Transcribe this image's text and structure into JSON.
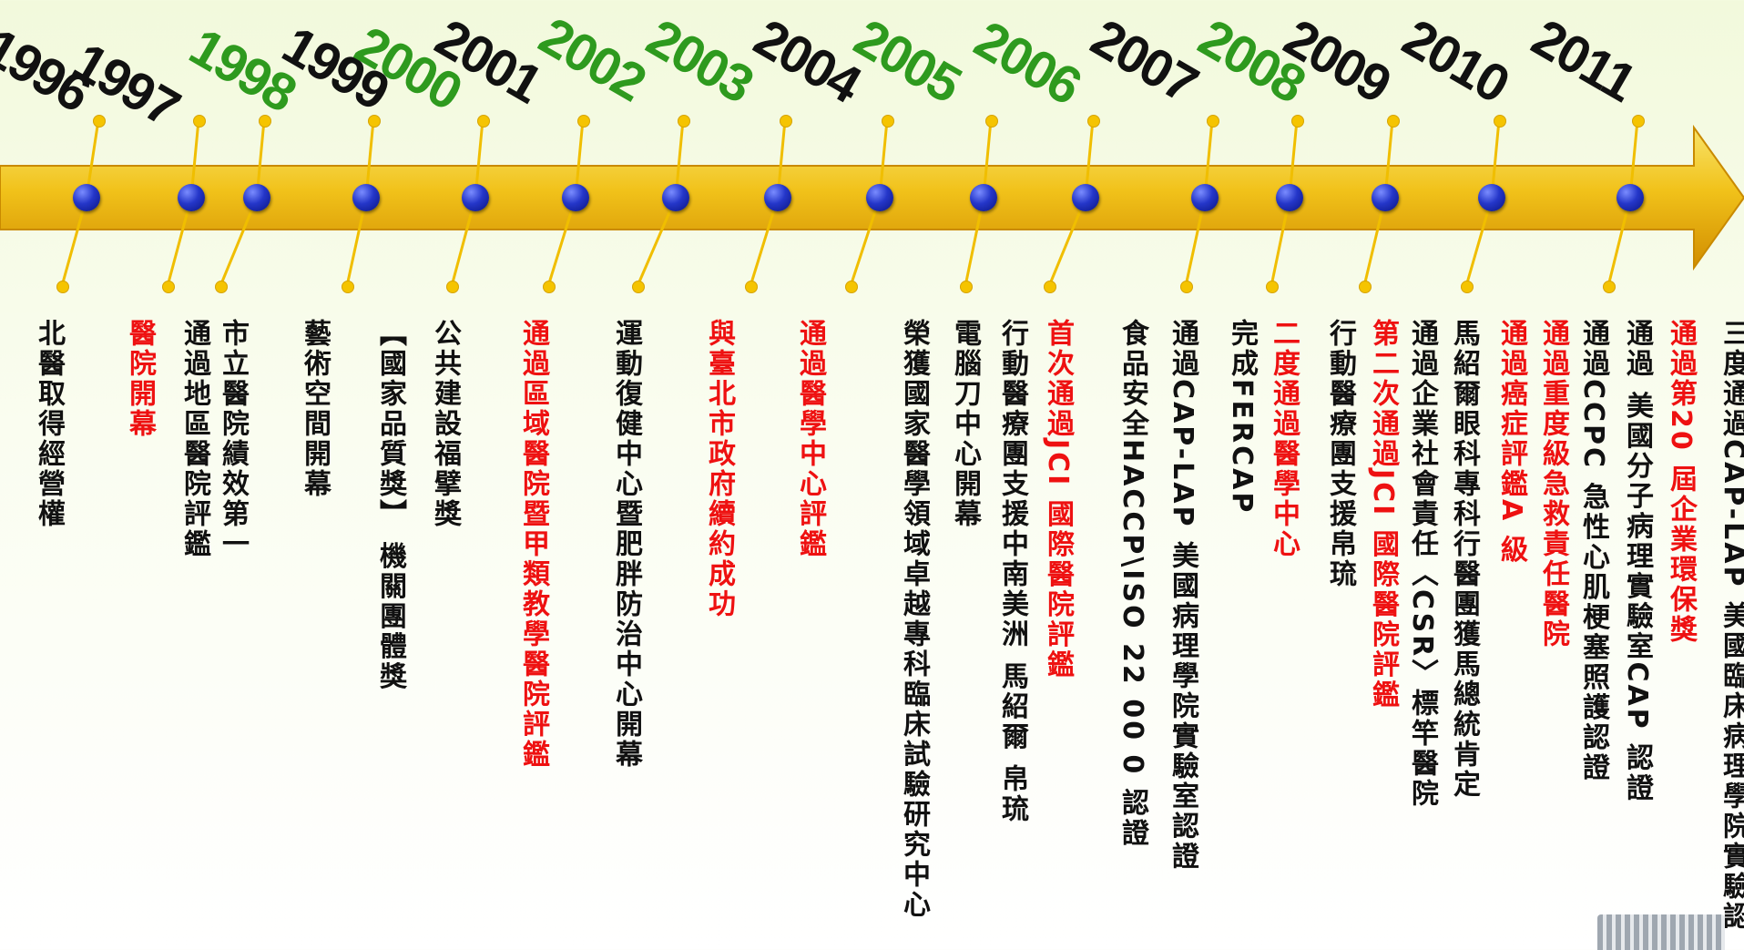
{
  "timeline": {
    "events": [
      {
        "year": "1996",
        "year_color": "#111111",
        "lines": [
          {
            "text": "北醫取得經營權",
            "color": "#111111"
          }
        ]
      },
      {
        "year": "1997",
        "year_color": "#111111",
        "lines": [
          {
            "text": "醫院開幕",
            "color": "#ee1111"
          }
        ]
      },
      {
        "year": "1998",
        "year_color": "#2e9a1e",
        "lines": [
          {
            "text": "市立醫院績效第一",
            "color": "#111111"
          },
          {
            "text": "通過地區醫院評鑑",
            "color": "#111111"
          }
        ]
      },
      {
        "year": "1999",
        "year_color": "#111111",
        "lines": [
          {
            "text": "藝術空間開幕",
            "color": "#111111"
          }
        ]
      },
      {
        "year": "2000",
        "year_color": "#2e9a1e",
        "lines": [
          {
            "text": "公共建設福擘獎",
            "color": "#111111"
          },
          {
            "text": "【國家品質獎】 機關團體獎",
            "color": "#111111"
          }
        ]
      },
      {
        "year": "2001",
        "year_color": "#111111",
        "lines": [
          {
            "text": "通過區域醫院暨甲類教學醫院評鑑",
            "color": "#ee1111"
          }
        ]
      },
      {
        "year": "2002",
        "year_color": "#2e9a1e",
        "lines": [
          {
            "text": "運動復健中心暨肥胖防治中心開幕",
            "color": "#111111"
          }
        ]
      },
      {
        "year": "2003",
        "year_color": "#2e9a1e",
        "lines": [
          {
            "text": "與臺北市政府續約成功",
            "color": "#ee1111"
          }
        ]
      },
      {
        "year": "2004",
        "year_color": "#111111",
        "lines": [
          {
            "text": "通過醫學中心評鑑",
            "color": "#ee1111"
          }
        ]
      },
      {
        "year": "2005",
        "year_color": "#2e9a1e",
        "lines": [
          {
            "text": "電腦刀中心開幕",
            "color": "#111111"
          },
          {
            "text": "榮獲國家醫學領域卓越專科臨床試驗研究中心",
            "color": "#111111"
          }
        ]
      },
      {
        "year": "2006",
        "year_color": "#2e9a1e",
        "lines": [
          {
            "text": "首次通過JCI 國際醫院評鑑",
            "color": "#ee1111"
          },
          {
            "text": "行動醫療團支援中南美洲 馬紹爾 帛琉",
            "color": "#111111"
          }
        ]
      },
      {
        "year": "2007",
        "year_color": "#111111",
        "lines": [
          {
            "text": "通過CAP-LAP 美國病理學院實驗室認證",
            "color": "#111111"
          },
          {
            "text": "食品安全HACCP\\ISO 22 00 0 認證",
            "color": "#111111"
          }
        ]
      },
      {
        "year": "2008",
        "year_color": "#2e9a1e",
        "lines": [
          {
            "text": "二度通過醫學中心",
            "color": "#ee1111"
          },
          {
            "text": "完成FERCAP",
            "color": "#111111"
          }
        ]
      },
      {
        "year": "2009",
        "year_color": "#111111",
        "lines": [
          {
            "text": "第二次通過JCI 國際醫院評鑑",
            "color": "#ee1111"
          },
          {
            "text": "行動醫療團支援帛琉",
            "color": "#111111"
          }
        ]
      },
      {
        "year": "2010",
        "year_color": "#111111",
        "lines": [
          {
            "text": "通過癌症評鑑A 級",
            "color": "#ee1111"
          },
          {
            "text": "馬紹爾眼科專科行醫團獲馬總統肯定",
            "color": "#111111"
          },
          {
            "text": "通過企業社會責任〈CSR〉標竿醫院",
            "color": "#111111"
          }
        ]
      },
      {
        "year": "2011",
        "year_color": "#111111",
        "lines": [
          {
            "text": "三度通過CAP-LAP 美國臨床病理學院實驗認",
            "color": "#111111"
          },
          {
            "text": "通過第20 屆企業環保獎",
            "color": "#ee1111"
          },
          {
            "text": "通過 美國分子病理實驗室CAP 認證",
            "color": "#111111"
          },
          {
            "text": "通過CCPC 急性心肌梗塞照護認證",
            "color": "#111111"
          },
          {
            "text": "通過重度級急救責任醫院",
            "color": "#ee1111"
          }
        ]
      }
    ]
  }
}
